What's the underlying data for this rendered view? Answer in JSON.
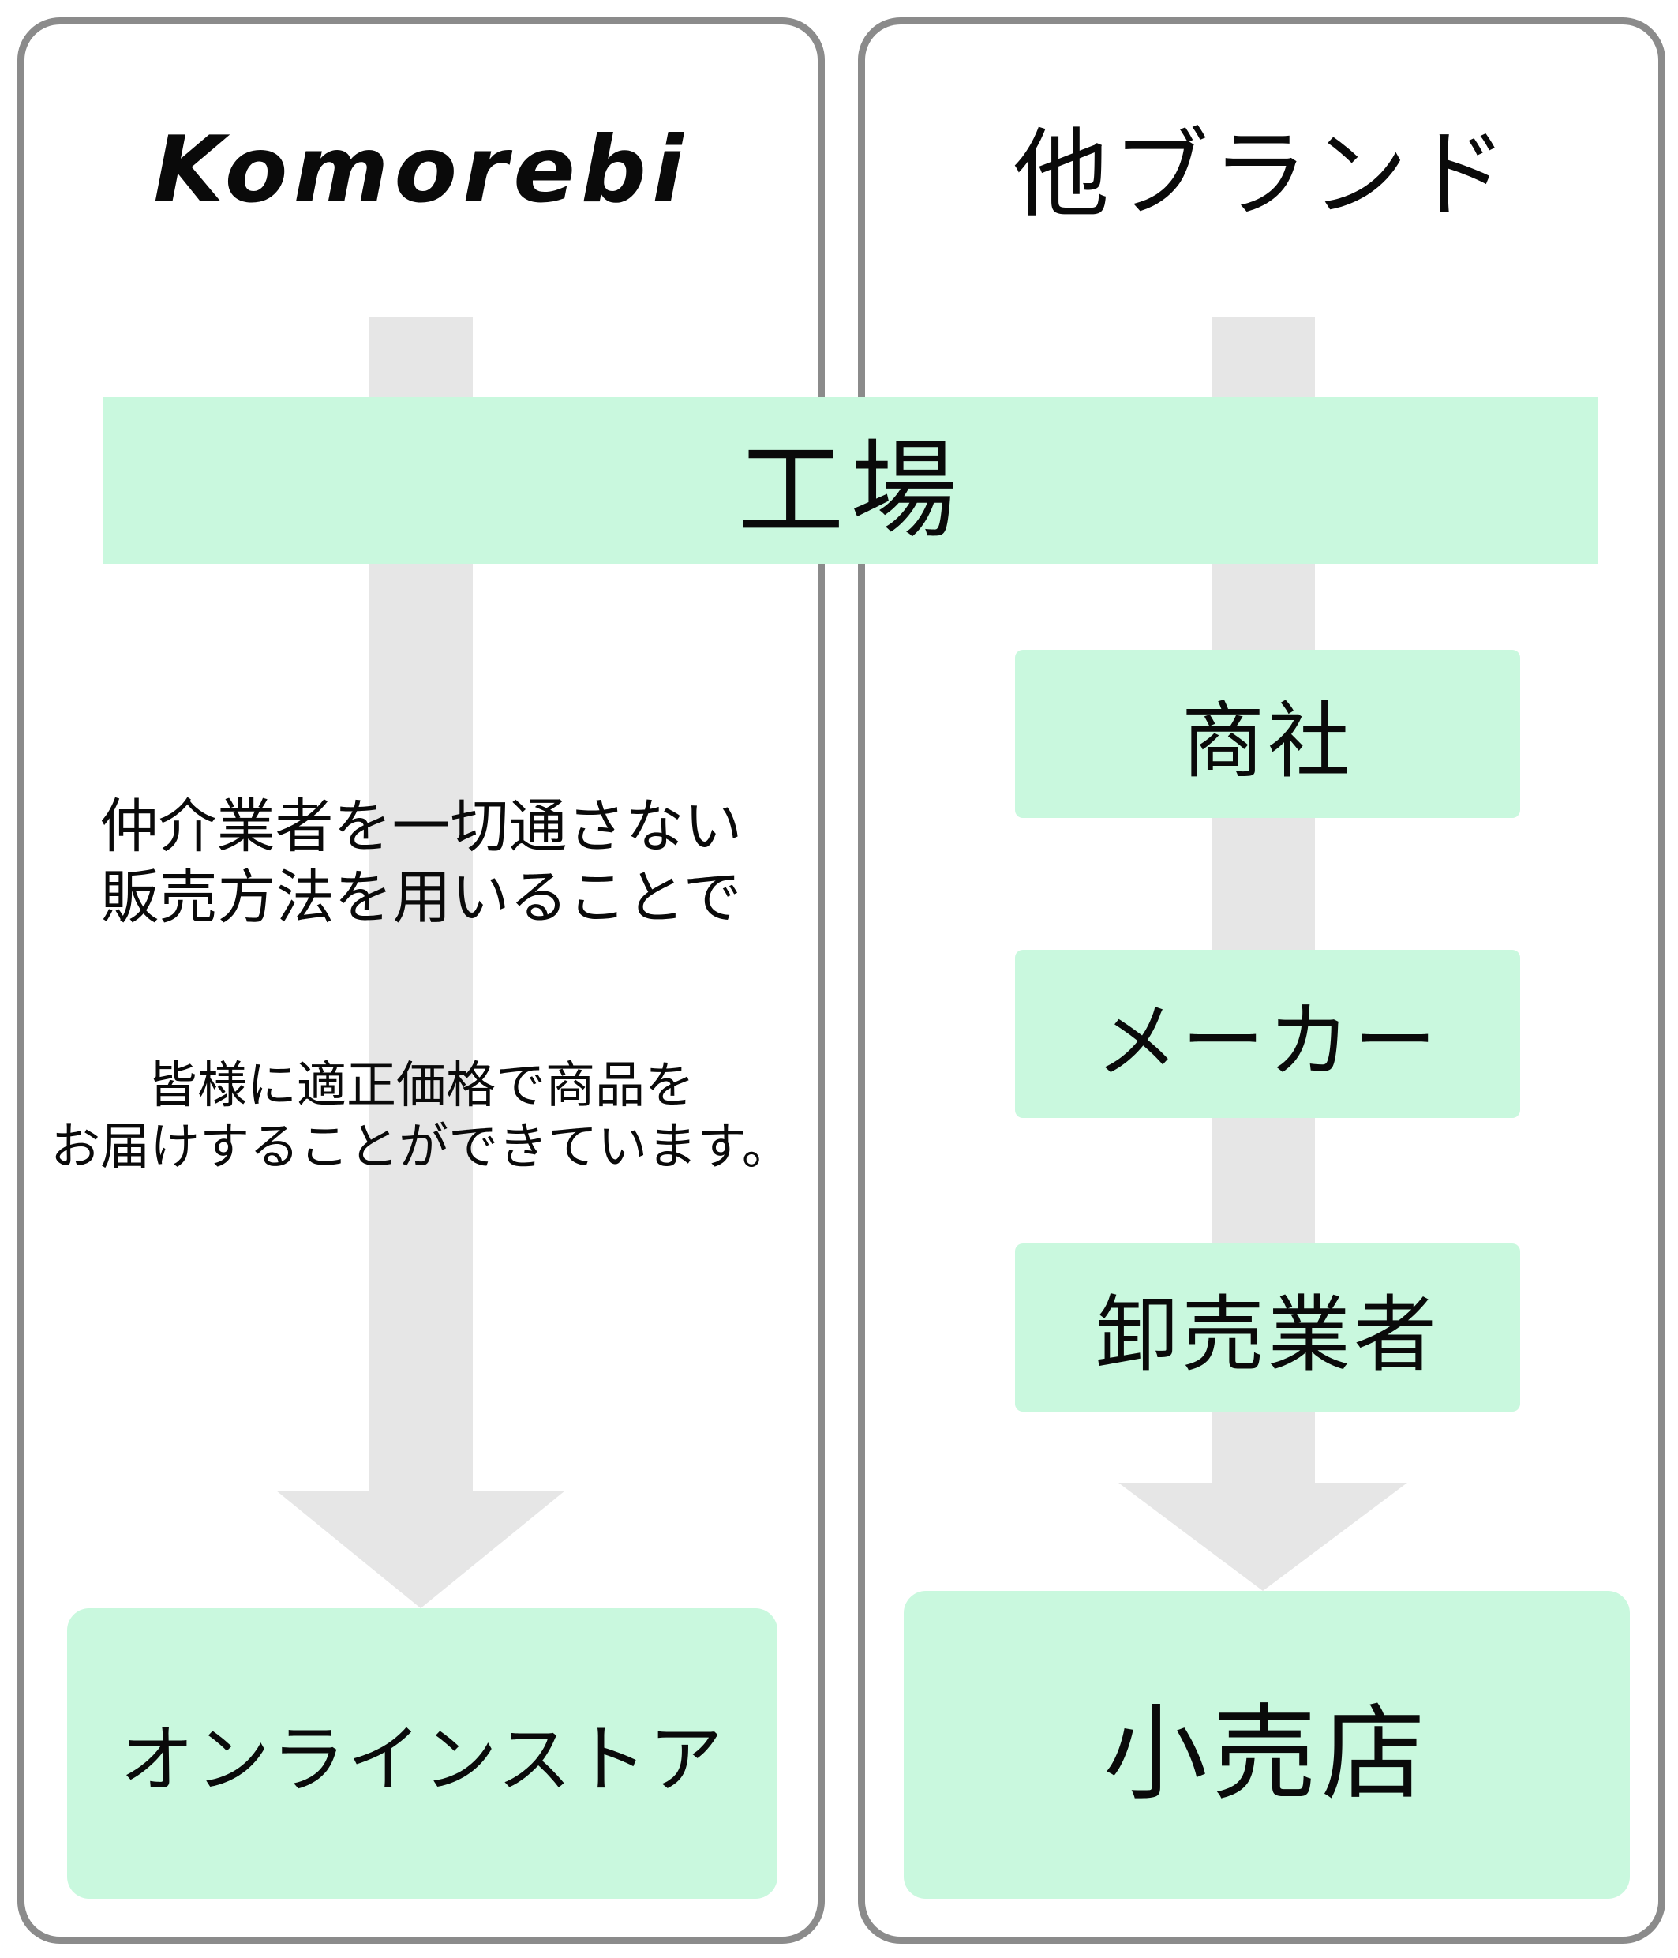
{
  "colors": {
    "node_green": "#c9f8de",
    "arrow_gray": "#e6e6e6",
    "panel_border_gray": "#8b8b8b",
    "text_black": "#0a0a0a"
  },
  "left_panel": {
    "title": "Komorebi",
    "description_1": {
      "line1": "仲介業者を一切通さない",
      "line2": "販売方法を用いることで"
    },
    "description_2": {
      "line1": "皆様に適正価格で商品を",
      "line2": "お届けすることができています。"
    },
    "bottom_box": "オンラインストア"
  },
  "right_panel": {
    "title": "他ブランド",
    "steps": [
      "商社",
      "メーカー",
      "卸売業者"
    ],
    "bottom_box": "小売店"
  },
  "shared": {
    "factory_band": "工場"
  }
}
